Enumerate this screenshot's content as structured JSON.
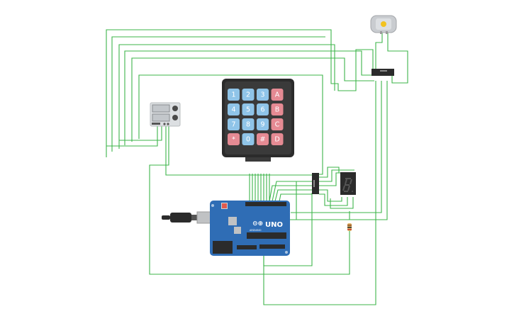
{
  "keypad": {
    "rows": [
      [
        {
          "label": "1",
          "color": "#8fc4e8"
        },
        {
          "label": "2",
          "color": "#8fc4e8"
        },
        {
          "label": "3",
          "color": "#8fc4e8"
        },
        {
          "label": "A",
          "color": "#e58a93"
        }
      ],
      [
        {
          "label": "4",
          "color": "#8fc4e8"
        },
        {
          "label": "5",
          "color": "#8fc4e8"
        },
        {
          "label": "6",
          "color": "#8fc4e8"
        },
        {
          "label": "B",
          "color": "#e58a93"
        }
      ],
      [
        {
          "label": "7",
          "color": "#8fc4e8"
        },
        {
          "label": "8",
          "color": "#8fc4e8"
        },
        {
          "label": "9",
          "color": "#8fc4e8"
        },
        {
          "label": "C",
          "color": "#e58a93"
        }
      ],
      [
        {
          "label": "*",
          "color": "#e58a93"
        },
        {
          "label": "0",
          "color": "#8fc4e8"
        },
        {
          "label": "#",
          "color": "#e58a93"
        },
        {
          "label": "D",
          "color": "#e58a93"
        }
      ]
    ]
  },
  "arduino": {
    "brand": "UNO",
    "logo_text": "ARDUINO"
  },
  "colors": {
    "wire": "#3cb54a",
    "board": "#2f6db5",
    "keypad_body": "#2b2b2b"
  }
}
